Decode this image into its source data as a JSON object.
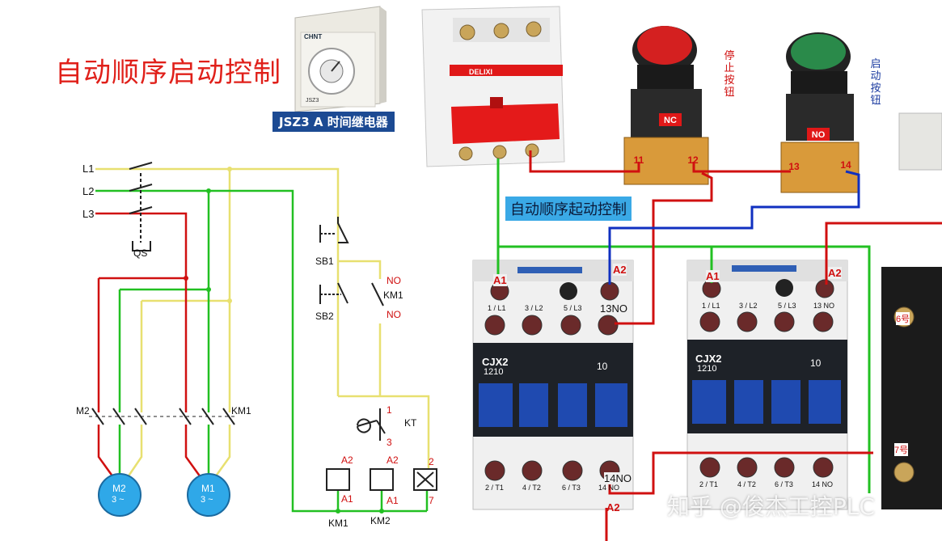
{
  "title": "自动顺序启动控制",
  "timer_label": "JSZ3 A 时间继电器",
  "caption": "自动顺序起动控制",
  "timer_brand": "CHNT",
  "timer_model": "JSZ3",
  "breaker_brand": "DELIXI",
  "stop_button": {
    "label": "停止按钮",
    "contact": "NC",
    "terminals": [
      "11",
      "12"
    ]
  },
  "start_button": {
    "label": "启动按钮",
    "contact": "NO",
    "terminals": [
      "13",
      "14"
    ]
  },
  "schematic": {
    "phases": [
      "L1",
      "L2",
      "L3"
    ],
    "switch": "QS",
    "motor1": {
      "name": "M1",
      "sub": "3 ~"
    },
    "motor2": {
      "name": "M2",
      "sub": "3 ~"
    },
    "km_labels": [
      "M2",
      "KM1"
    ],
    "stop": "SB1",
    "start": "SB2",
    "km1_aux": "KM1",
    "no_top": "NO",
    "no_bottom": "NO",
    "timer": "KT",
    "pin1": "1",
    "pin3": "3",
    "pin2": "2",
    "pin7": "7",
    "coil_a2": "A2",
    "coil_a1": "A1",
    "coil1": "KM1",
    "coil2": "KM2"
  },
  "contactor1": {
    "model": "CJX2",
    "rating": "1210",
    "aux": "10",
    "a1": "A1",
    "a2": "A2",
    "top_terminals": [
      "1 / L1",
      "3 / L2",
      "5 / L3",
      "13NO"
    ],
    "bottom_terminals": [
      "2 / T1",
      "4 / T2",
      "6 / T3",
      "14 NO"
    ],
    "note_top": "13NO",
    "note_bottom": "14NO",
    "a2_bottom": "A2"
  },
  "contactor2": {
    "model": "CJX2",
    "rating": "1210",
    "aux": "10",
    "a1": "A1",
    "a2": "A2",
    "top_terminals": [
      "1 / L1",
      "3 / L2",
      "5 / L3",
      "13 NO"
    ],
    "bottom_terminals": [
      "2 / T1",
      "4 / T2",
      "6 / T3",
      "14 NO"
    ]
  },
  "relay_base": {
    "pin6": "6号",
    "pin7": "7号"
  },
  "watermark": "知乎 @俊杰工控PLC",
  "colors": {
    "title": "#e0201a",
    "wire_red": "#d01010",
    "wire_green": "#22c022",
    "wire_yellow": "#e8e070",
    "wire_blue": "#1030c0",
    "motor": "#2fa8e8"
  }
}
